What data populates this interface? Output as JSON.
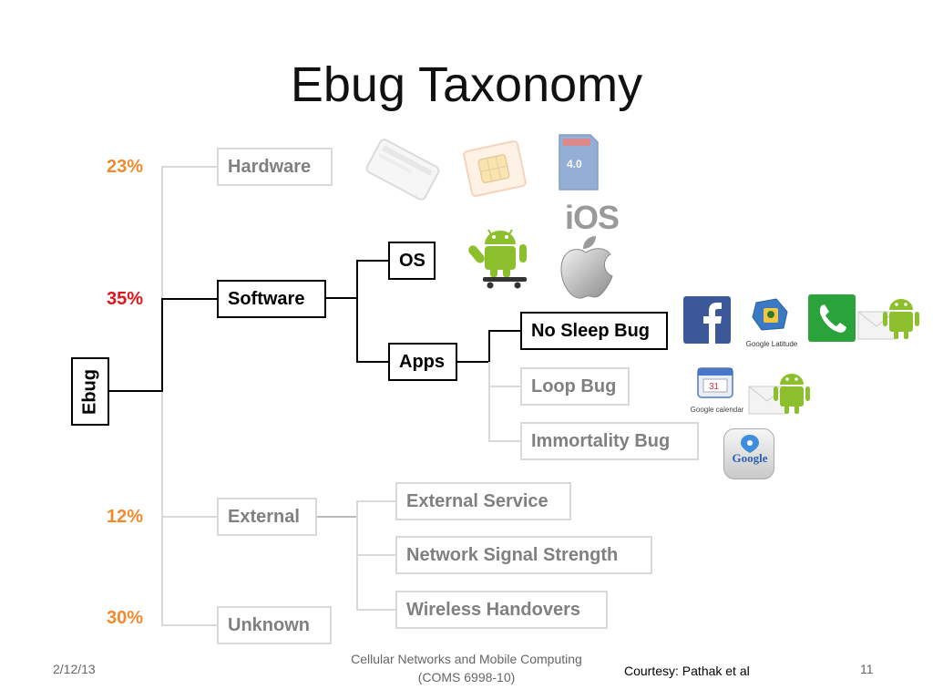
{
  "slide": {
    "title": "Ebug Taxonomy",
    "root_label": "Ebug",
    "categories": [
      {
        "label": "Hardware",
        "percent": "23%",
        "percent_color": "#f08a2e"
      },
      {
        "label": "Software",
        "percent": "35%",
        "percent_color": "#e0161b"
      },
      {
        "label": "External",
        "percent": "12%",
        "percent_color": "#f08a2e"
      },
      {
        "label": "Unknown",
        "percent": "30%",
        "percent_color": "#f08a2e"
      }
    ],
    "software_children": [
      "OS",
      "Apps"
    ],
    "app_bugs": [
      "No Sleep Bug",
      "Loop Bug",
      "Immortality Bug"
    ],
    "external_children": [
      "External Service",
      "Network Signal Strength",
      "Wireless Handovers"
    ],
    "icons": {
      "hardware": [
        "battery-icon",
        "sim-card-icon",
        "sd-card-icon"
      ],
      "os": [
        "android-skateboard-icon",
        "ios-apple-icon"
      ],
      "os_ios_text": "iOS",
      "sd_card_text": "4.0",
      "no_sleep": [
        "facebook-icon",
        "google-latitude-icon",
        "phone-app-icon",
        "android-mail-icon"
      ],
      "google_latitude_text": "Google Latitude",
      "loop": [
        "google-calendar-icon",
        "android-mail-icon"
      ],
      "google_calendar_text": "Google calendar",
      "immortality": [
        "google-maps-icon"
      ],
      "google_maps_text": "Google"
    }
  },
  "footer": {
    "date": "2/12/13",
    "course_line1": "Cellular Networks and Mobile Computing",
    "course_line2": "(COMS 6998-10)",
    "courtesy": "Courtesy: Pathak et al",
    "page_number": "11"
  }
}
